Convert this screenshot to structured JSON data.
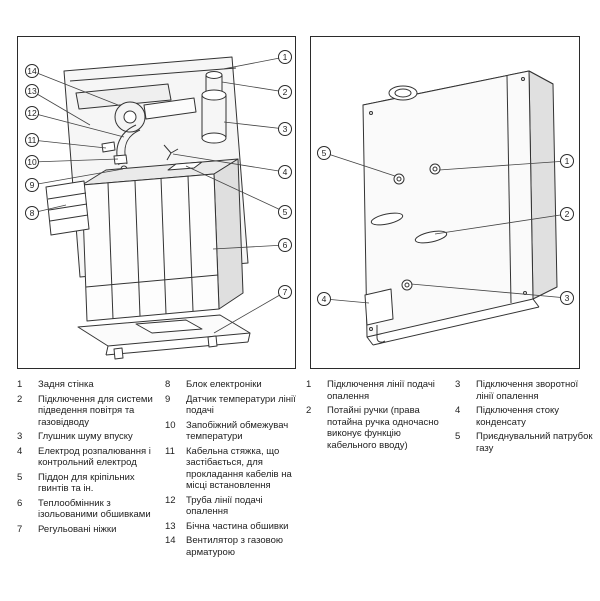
{
  "figure_left": {
    "callouts_left": [
      "14",
      "13",
      "12",
      "11",
      "10",
      "9",
      "8"
    ],
    "callouts_right": [
      "1",
      "2",
      "3",
      "4",
      "5",
      "6",
      "7"
    ]
  },
  "figure_right": {
    "callouts_left": [
      "5",
      "4"
    ],
    "callouts_right": [
      "1",
      "2",
      "3"
    ]
  },
  "legend": {
    "col1": [
      {
        "num": "1",
        "text": "Задня стінка"
      },
      {
        "num": "2",
        "text": "Підключення для системи підведення повітря та газовідводу"
      },
      {
        "num": "3",
        "text": "Глушник шуму впуску"
      },
      {
        "num": "4",
        "text": "Електрод розпалювання і контрольний електрод"
      },
      {
        "num": "5",
        "text": "Піддон для кріпільних гвинтів та ін."
      },
      {
        "num": "6",
        "text": "Теплообмінник з ізольованими обшивками"
      },
      {
        "num": "7",
        "text": "Регульовані ніжки"
      }
    ],
    "col2": [
      {
        "num": "8",
        "text": "Блок електроніки"
      },
      {
        "num": "9",
        "text": "Датчик температури лінії подачі"
      },
      {
        "num": "10",
        "text": "Запобіжний обмежувач температури"
      },
      {
        "num": "11",
        "text": "Кабельна стяжка, що застібається, для прокладання кабелів на місці встановлення"
      },
      {
        "num": "12",
        "text": "Труба лінії подачі опалення"
      },
      {
        "num": "13",
        "text": "Бічна частина обшивки"
      },
      {
        "num": "14",
        "text": "Вентилятор з газовою арматурою"
      }
    ],
    "col3": [
      {
        "num": "1",
        "text": "Підключення лінії подачі опалення"
      },
      {
        "num": "2",
        "text": "Потайні ручки (права потайна ручка одночасно виконує функцію кабельного вводу)"
      }
    ],
    "col4": [
      {
        "num": "3",
        "text": "Підключення зворотної лінії опалення"
      },
      {
        "num": "4",
        "text": "Підключення стоку конденсату"
      },
      {
        "num": "5",
        "text": "Приєднувальний патрубок газу"
      }
    ]
  }
}
